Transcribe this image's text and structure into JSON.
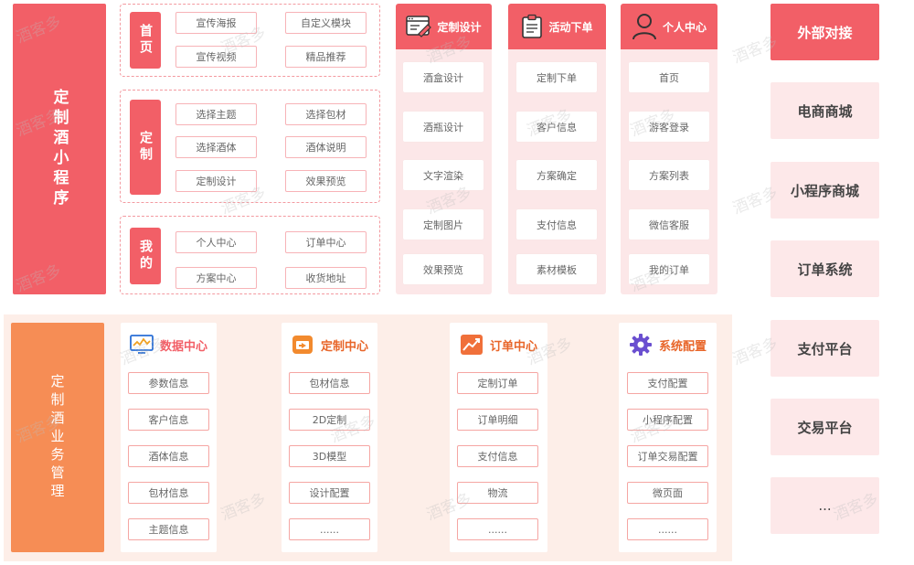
{
  "mini_program": {
    "title": "定制酒小程序",
    "groups": [
      {
        "tag": "首页",
        "items": [
          "宣传海报",
          "自定义模块",
          "宣传视频",
          "精品推荐"
        ]
      },
      {
        "tag": "定制",
        "items": [
          "选择主题",
          "选择包材",
          "选择酒体",
          "酒体说明",
          "定制设计",
          "效果预览"
        ]
      },
      {
        "tag": "我的",
        "items": [
          "个人中心",
          "订单中心",
          "方案中心",
          "收货地址"
        ]
      }
    ]
  },
  "modules": [
    {
      "title": "定制设计",
      "icon": "design-window-icon",
      "items": [
        "酒盒设计",
        "酒瓶设计",
        "文字渲染",
        "定制图片",
        "效果预览"
      ]
    },
    {
      "title": "活动下单",
      "icon": "clipboard-icon",
      "items": [
        "定制下单",
        "客户信息",
        "方案确定",
        "支付信息",
        "素材模板"
      ]
    },
    {
      "title": "个人中心",
      "icon": "user-icon",
      "items": [
        "首页",
        "游客登录",
        "方案列表",
        "微信客服",
        "我的订单"
      ]
    }
  ],
  "external": {
    "title": "外部对接",
    "items": [
      "电商商城",
      "小程序商城",
      "订单系统",
      "支付平台",
      "交易平台",
      "..."
    ]
  },
  "business": {
    "title": "定制酒业务管理",
    "columns": [
      {
        "title": "数据中心",
        "icon": "monitor-chart-icon",
        "items": [
          "参数信息",
          "客户信息",
          "酒体信息",
          "包材信息",
          "主题信息"
        ]
      },
      {
        "title": "定制中心",
        "icon": "box-icon",
        "items": [
          "包材信息",
          "2D定制",
          "3D模型",
          "设计配置",
          "......"
        ]
      },
      {
        "title": "订单中心",
        "icon": "trend-chart-icon",
        "items": [
          "定制订单",
          "订单明细",
          "支付信息",
          "物流",
          "......"
        ]
      },
      {
        "title": "系统配置",
        "icon": "gear-icon",
        "items": [
          "支付配置",
          "小程序配置",
          "订单交易配置",
          "微页面",
          "......"
        ]
      }
    ]
  },
  "watermark": "酒客多",
  "colors": {
    "primary": "#f25f67",
    "orange": "#f68d55",
    "pink_bg": "#fce7e8"
  }
}
